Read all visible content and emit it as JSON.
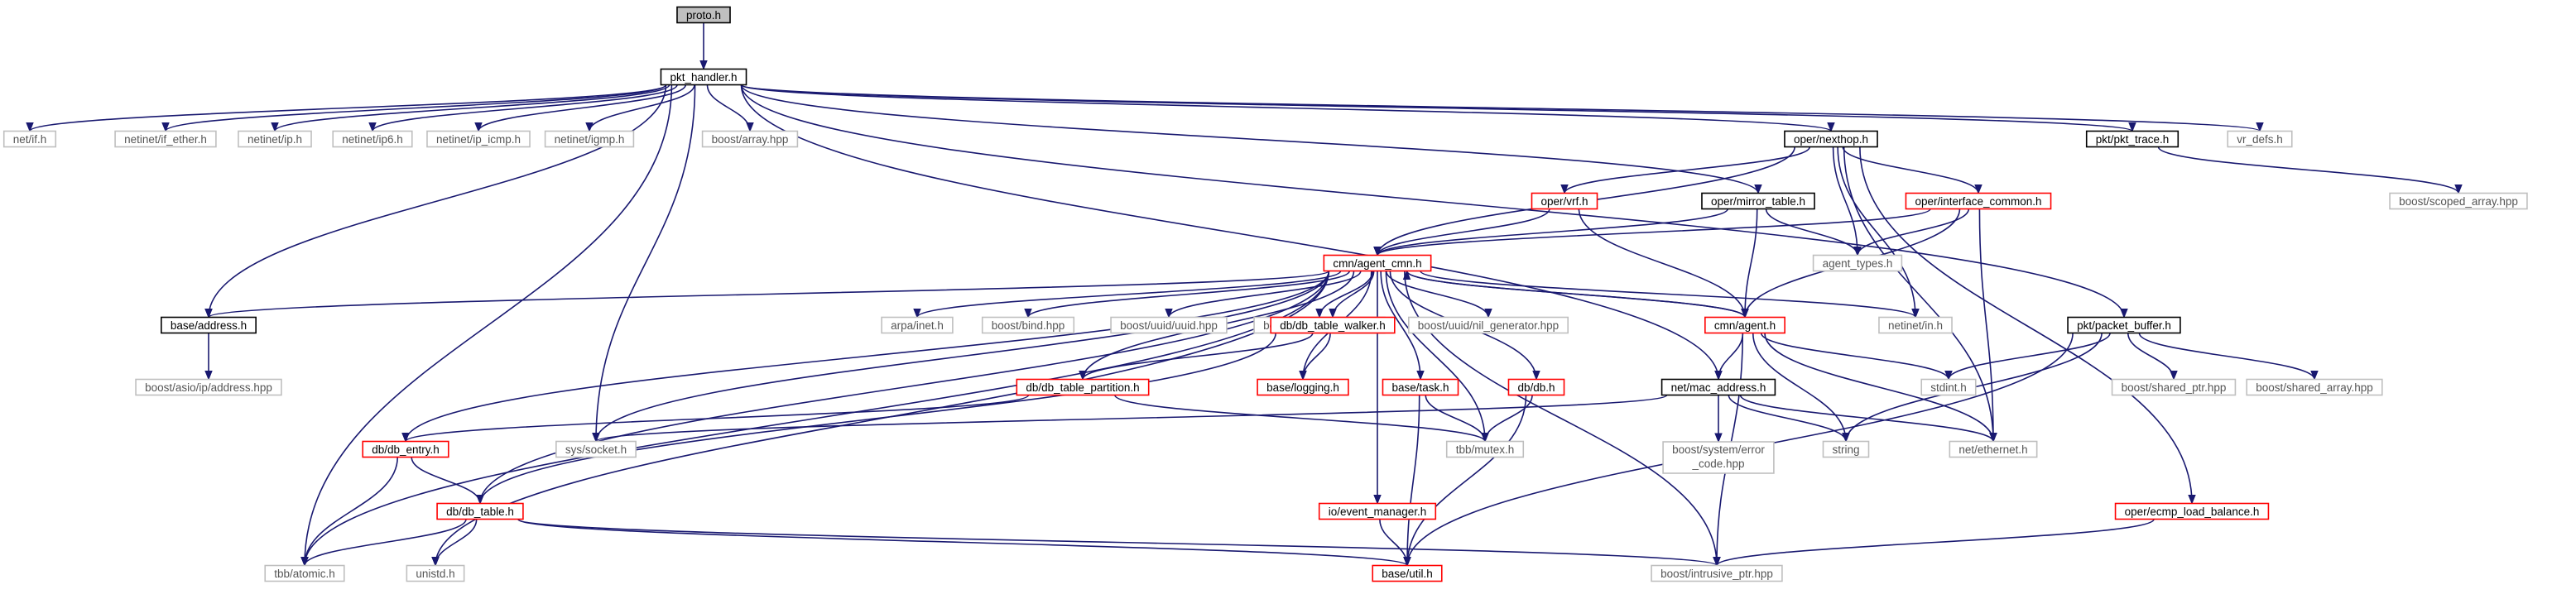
{
  "diagram": {
    "type": "include-dependency-graph",
    "colors": {
      "root_fill": "#bfbfbf",
      "documented_border": "#000000",
      "truncated_border": "#ff0000",
      "external_border": "#bfbfbf",
      "edge": "#191970"
    },
    "nodes": [
      {
        "id": "proto_h",
        "label": "proto.h",
        "kind": "root"
      },
      {
        "id": "pkt_handler_h",
        "label": "pkt_handler.h",
        "kind": "documented"
      },
      {
        "id": "net_if_h",
        "label": "net/if.h",
        "kind": "external"
      },
      {
        "id": "netinet_if_ether_h",
        "label": "netinet/if_ether.h",
        "kind": "external"
      },
      {
        "id": "netinet_ip_h",
        "label": "netinet/ip.h",
        "kind": "external"
      },
      {
        "id": "netinet_ip6_h",
        "label": "netinet/ip6.h",
        "kind": "external"
      },
      {
        "id": "netinet_ip_icmp_h",
        "label": "netinet/ip_icmp.h",
        "kind": "external"
      },
      {
        "id": "netinet_igmp_h",
        "label": "netinet/igmp.h",
        "kind": "external"
      },
      {
        "id": "boost_array_hpp",
        "label": "boost/array.hpp",
        "kind": "external"
      },
      {
        "id": "oper_nexthop_h",
        "label": "oper/nexthop.h",
        "kind": "documented"
      },
      {
        "id": "pkt_pkt_trace_h",
        "label": "pkt/pkt_trace.h",
        "kind": "documented"
      },
      {
        "id": "vr_defs_h",
        "label": "vr_defs.h",
        "kind": "external"
      },
      {
        "id": "boost_scoped_array_hpp",
        "label": "boost/scoped_array.hpp",
        "kind": "external"
      },
      {
        "id": "oper_vrf_h",
        "label": "oper/vrf.h",
        "kind": "truncated"
      },
      {
        "id": "oper_mirror_table_h",
        "label": "oper/mirror_table.h",
        "kind": "documented"
      },
      {
        "id": "oper_interface_common_h",
        "label": "oper/interface_common.h",
        "kind": "truncated"
      },
      {
        "id": "cmn_agent_cmn_h",
        "label": "cmn/agent_cmn.h",
        "kind": "truncated"
      },
      {
        "id": "agent_types_h",
        "label": "agent_types.h",
        "kind": "external"
      },
      {
        "id": "base_address_h",
        "label": "base/address.h",
        "kind": "documented"
      },
      {
        "id": "arpa_inet_h",
        "label": "arpa/inet.h",
        "kind": "external"
      },
      {
        "id": "boost_bind_hpp",
        "label": "boost/bind.hpp",
        "kind": "external"
      },
      {
        "id": "boost_uuid_uuid_hpp",
        "label": "boost/uuid/uuid.hpp",
        "kind": "external"
      },
      {
        "id": "boost_uuid_uuid_io_hpp",
        "label": "boost/uuid/uuid_io.hpp",
        "kind": "external"
      },
      {
        "id": "boost_uuid_nil_generator_hpp",
        "label": "boost/uuid/nil_generator.hpp",
        "kind": "external"
      },
      {
        "id": "cmn_agent_h",
        "label": "cmn/agent.h",
        "kind": "truncated"
      },
      {
        "id": "netinet_in_h",
        "label": "netinet/in.h",
        "kind": "external"
      },
      {
        "id": "pkt_packet_buffer_h",
        "label": "pkt/packet_buffer.h",
        "kind": "documented"
      },
      {
        "id": "boost_asio_ip_address_hpp",
        "label": "boost/asio/ip/address.hpp",
        "kind": "external"
      },
      {
        "id": "db_db_table_walker_h",
        "label": "db/db_table_walker.h",
        "kind": "truncated"
      },
      {
        "id": "db_db_table_partition_h",
        "label": "db/db_table_partition.h",
        "kind": "truncated"
      },
      {
        "id": "base_logging_h",
        "label": "base/logging.h",
        "kind": "truncated"
      },
      {
        "id": "base_task_h",
        "label": "base/task.h",
        "kind": "truncated"
      },
      {
        "id": "db_db_h",
        "label": "db/db.h",
        "kind": "truncated"
      },
      {
        "id": "net_mac_address_h",
        "label": "net/mac_address.h",
        "kind": "documented"
      },
      {
        "id": "stdint_h",
        "label": "stdint.h",
        "kind": "external"
      },
      {
        "id": "boost_shared_ptr_hpp",
        "label": "boost/shared_ptr.hpp",
        "kind": "external"
      },
      {
        "id": "boost_shared_array_hpp",
        "label": "boost/shared_array.hpp",
        "kind": "external"
      },
      {
        "id": "db_db_entry_h",
        "label": "db/db_entry.h",
        "kind": "truncated"
      },
      {
        "id": "sys_socket_h",
        "label": "sys/socket.h",
        "kind": "external"
      },
      {
        "id": "tbb_mutex_h",
        "label": "tbb/mutex.h",
        "kind": "external"
      },
      {
        "id": "boost_system_error_code_hpp",
        "label": [
          "boost/system/error",
          "_code.hpp"
        ],
        "kind": "external"
      },
      {
        "id": "string",
        "label": "string",
        "kind": "external"
      },
      {
        "id": "net_ethernet_h",
        "label": "net/ethernet.h",
        "kind": "external"
      },
      {
        "id": "db_db_table_h",
        "label": "db/db_table.h",
        "kind": "truncated"
      },
      {
        "id": "io_event_manager_h",
        "label": "io/event_manager.h",
        "kind": "truncated"
      },
      {
        "id": "oper_ecmp_load_balance_h",
        "label": "oper/ecmp_load_balance.h",
        "kind": "truncated"
      },
      {
        "id": "tbb_atomic_h",
        "label": "tbb/atomic.h",
        "kind": "external"
      },
      {
        "id": "unistd_h",
        "label": "unistd.h",
        "kind": "external"
      },
      {
        "id": "base_util_h",
        "label": "base/util.h",
        "kind": "truncated"
      },
      {
        "id": "boost_intrusive_ptr_hpp",
        "label": "boost/intrusive_ptr.hpp",
        "kind": "external"
      }
    ],
    "edges": [
      [
        "proto_h",
        "pkt_handler_h"
      ],
      [
        "pkt_handler_h",
        "net_if_h"
      ],
      [
        "pkt_handler_h",
        "netinet_if_ether_h"
      ],
      [
        "pkt_handler_h",
        "netinet_ip_h"
      ],
      [
        "pkt_handler_h",
        "netinet_ip6_h"
      ],
      [
        "pkt_handler_h",
        "netinet_ip_icmp_h"
      ],
      [
        "pkt_handler_h",
        "netinet_igmp_h"
      ],
      [
        "pkt_handler_h",
        "boost_array_hpp"
      ],
      [
        "pkt_handler_h",
        "oper_nexthop_h"
      ],
      [
        "pkt_handler_h",
        "pkt_pkt_trace_h"
      ],
      [
        "pkt_handler_h",
        "vr_defs_h"
      ],
      [
        "pkt_handler_h",
        "oper_mirror_table_h"
      ],
      [
        "pkt_handler_h",
        "pkt_packet_buffer_h"
      ],
      [
        "pkt_handler_h",
        "base_address_h"
      ],
      [
        "pkt_handler_h",
        "net_mac_address_h"
      ],
      [
        "pkt_handler_h",
        "sys_socket_h"
      ],
      [
        "pkt_handler_h",
        "tbb_atomic_h"
      ],
      [
        "pkt_pkt_trace_h",
        "boost_scoped_array_hpp"
      ],
      [
        "oper_nexthop_h",
        "oper_vrf_h"
      ],
      [
        "oper_nexthop_h",
        "oper_interface_common_h"
      ],
      [
        "oper_nexthop_h",
        "cmn_agent_cmn_h"
      ],
      [
        "oper_nexthop_h",
        "agent_types_h"
      ],
      [
        "oper_nexthop_h",
        "netinet_in_h"
      ],
      [
        "oper_nexthop_h",
        "net_ethernet_h"
      ],
      [
        "oper_nexthop_h",
        "oper_ecmp_load_balance_h"
      ],
      [
        "oper_vrf_h",
        "cmn_agent_cmn_h"
      ],
      [
        "oper_vrf_h",
        "cmn_agent_h"
      ],
      [
        "oper_mirror_table_h",
        "cmn_agent_cmn_h"
      ],
      [
        "oper_mirror_table_h",
        "agent_types_h"
      ],
      [
        "oper_mirror_table_h",
        "cmn_agent_h"
      ],
      [
        "oper_interface_common_h",
        "cmn_agent_cmn_h"
      ],
      [
        "oper_interface_common_h",
        "agent_types_h"
      ],
      [
        "oper_interface_common_h",
        "cmn_agent_h"
      ],
      [
        "oper_interface_common_h",
        "net_ethernet_h"
      ],
      [
        "cmn_agent_cmn_h",
        "base_address_h"
      ],
      [
        "cmn_agent_cmn_h",
        "arpa_inet_h"
      ],
      [
        "cmn_agent_cmn_h",
        "boost_bind_hpp"
      ],
      [
        "cmn_agent_cmn_h",
        "boost_uuid_uuid_hpp"
      ],
      [
        "cmn_agent_cmn_h",
        "boost_uuid_uuid_io_hpp"
      ],
      [
        "cmn_agent_cmn_h",
        "boost_uuid_nil_generator_hpp"
      ],
      [
        "cmn_agent_cmn_h",
        "cmn_agent_h"
      ],
      [
        "cmn_agent_cmn_h",
        "netinet_in_h"
      ],
      [
        "cmn_agent_cmn_h",
        "db_db_table_walker_h"
      ],
      [
        "cmn_agent_cmn_h",
        "db_db_table_partition_h"
      ],
      [
        "cmn_agent_cmn_h",
        "base_logging_h"
      ],
      [
        "cmn_agent_cmn_h",
        "base_task_h"
      ],
      [
        "cmn_agent_cmn_h",
        "db_db_h"
      ],
      [
        "cmn_agent_cmn_h",
        "db_db_entry_h"
      ],
      [
        "cmn_agent_cmn_h",
        "sys_socket_h"
      ],
      [
        "cmn_agent_cmn_h",
        "tbb_mutex_h"
      ],
      [
        "cmn_agent_cmn_h",
        "db_db_table_h"
      ],
      [
        "cmn_agent_cmn_h",
        "io_event_manager_h"
      ],
      [
        "cmn_agent_cmn_h",
        "tbb_atomic_h"
      ],
      [
        "cmn_agent_cmn_h",
        "unistd_h"
      ],
      [
        "cmn_agent_cmn_h",
        "boost_intrusive_ptr_hpp"
      ],
      [
        "cmn_agent_h",
        "cmn_agent_cmn_h"
      ],
      [
        "cmn_agent_h",
        "net_mac_address_h"
      ],
      [
        "cmn_agent_h",
        "stdint_h"
      ],
      [
        "cmn_agent_h",
        "string"
      ],
      [
        "cmn_agent_h",
        "net_ethernet_h"
      ],
      [
        "cmn_agent_h",
        "boost_intrusive_ptr_hpp"
      ],
      [
        "base_address_h",
        "boost_asio_ip_address_hpp"
      ],
      [
        "pkt_packet_buffer_h",
        "stdint_h"
      ],
      [
        "pkt_packet_buffer_h",
        "boost_shared_ptr_hpp"
      ],
      [
        "pkt_packet_buffer_h",
        "boost_shared_array_hpp"
      ],
      [
        "pkt_packet_buffer_h",
        "string"
      ],
      [
        "pkt_packet_buffer_h",
        "base_util_h"
      ],
      [
        "db_db_table_walker_h",
        "db_db_table_partition_h"
      ],
      [
        "db_db_table_walker_h",
        "base_logging_h"
      ],
      [
        "db_db_table_walker_h",
        "db_db_table_h"
      ],
      [
        "db_db_table_partition_h",
        "db_db_entry_h"
      ],
      [
        "db_db_table_partition_h",
        "tbb_mutex_h"
      ],
      [
        "db_db_entry_h",
        "db_db_table_h"
      ],
      [
        "db_db_entry_h",
        "tbb_atomic_h"
      ],
      [
        "base_task_h",
        "tbb_mutex_h"
      ],
      [
        "base_task_h",
        "base_util_h"
      ],
      [
        "db_db_h",
        "tbb_mutex_h"
      ],
      [
        "db_db_h",
        "base_util_h"
      ],
      [
        "net_mac_address_h",
        "sys_socket_h"
      ],
      [
        "net_mac_address_h",
        "boost_system_error_code_hpp"
      ],
      [
        "net_mac_address_h",
        "string"
      ],
      [
        "net_mac_address_h",
        "net_ethernet_h"
      ],
      [
        "db_db_table_h",
        "tbb_atomic_h"
      ],
      [
        "db_db_table_h",
        "unistd_h"
      ],
      [
        "db_db_table_h",
        "base_util_h"
      ],
      [
        "db_db_table_h",
        "boost_intrusive_ptr_hpp"
      ],
      [
        "io_event_manager_h",
        "base_util_h"
      ],
      [
        "oper_ecmp_load_balance_h",
        "boost_intrusive_ptr_hpp"
      ]
    ]
  }
}
